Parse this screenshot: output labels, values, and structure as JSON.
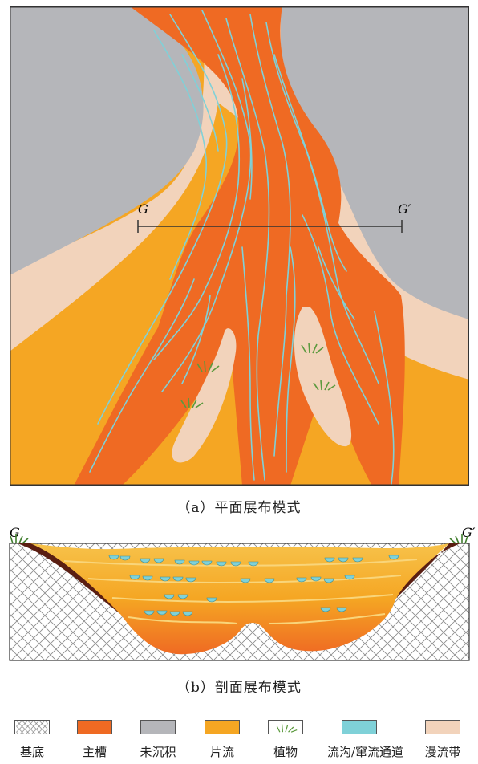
{
  "plan_view": {
    "marker_start": "G",
    "marker_end": "G′",
    "caption": "（a）平面展布模式"
  },
  "section_view": {
    "marker_left": "G",
    "marker_right": "G′",
    "caption": "（b）剖面展布模式"
  },
  "colors": {
    "bedrock": "#ffffff",
    "main_channel": "#ef6a23",
    "undeposited": "#b5b6ba",
    "sheet_flow": "#f5a623",
    "vegetation": "#5c9a3e",
    "rill_channel": "#7fd1d8",
    "overbank": "#f2d3bb",
    "dark_edge": "#5a1e12"
  },
  "legend": [
    {
      "label": "基底",
      "icon": "crosshatch-pattern"
    },
    {
      "label": "主槽",
      "icon": "orange-swatch"
    },
    {
      "label": "未沉积",
      "icon": "gray-swatch"
    },
    {
      "label": "片流",
      "icon": "yellow-swatch"
    },
    {
      "label": "植物",
      "icon": "grass-icon"
    },
    {
      "label": "流沟/窜流通道",
      "icon": "cyan-swatch"
    },
    {
      "label": "漫流带",
      "icon": "beige-swatch"
    }
  ]
}
